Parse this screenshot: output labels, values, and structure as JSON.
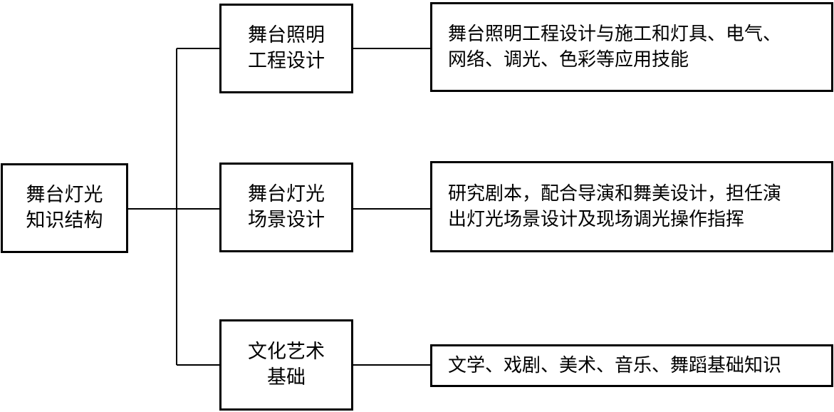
{
  "root": {
    "label": "舞台灯光\n知识结构"
  },
  "branches": [
    {
      "label": "舞台照明\n工程设计",
      "detail": "舞台照明工程设计与施工和灯具、电气、\n网络、调光、色彩等应用技能"
    },
    {
      "label": "舞台灯光\n场景设计",
      "detail": "研究剧本，配合导演和舞美设计，担任演\n出灯光场景设计及现场调光操作指挥"
    },
    {
      "label": "文化艺术\n基础",
      "detail": "文学、戏剧、美术、音乐、舞蹈基础知识"
    }
  ]
}
